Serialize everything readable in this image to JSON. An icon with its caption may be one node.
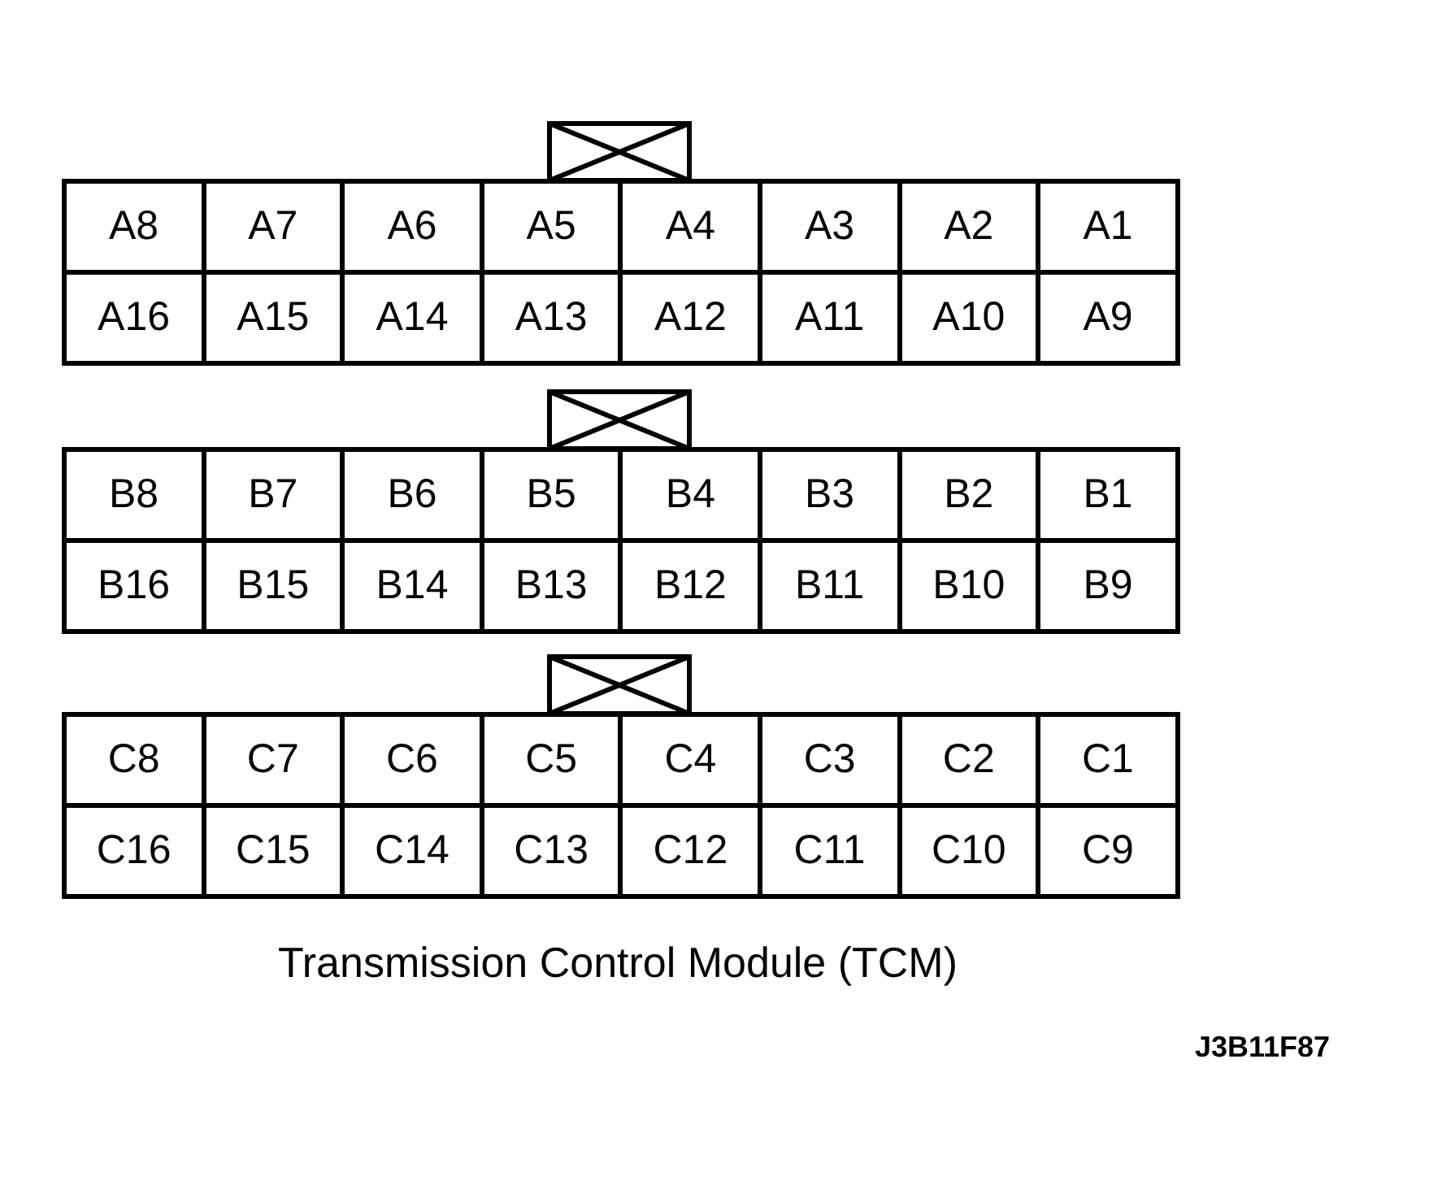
{
  "diagram": {
    "caption": "Transmission Control Module (TCM)",
    "nodes": [
      {
        "text": [
          "A8"
        ]
      },
      {
        "text": [
          "A7"
        ]
      },
      {
        "text": [
          "A6"
        ]
      },
      {
        "text": [
          "A5"
        ]
      },
      {
        "text": [
          "A4"
        ]
      },
      {
        "text": [
          "A3"
        ]
      },
      {
        "text": [
          "A2"
        ]
      },
      {
        "text": [
          "A1"
        ]
      },
      {
        "text": [
          "A16"
        ]
      },
      {
        "text": [
          "A15"
        ]
      },
      {
        "text": [
          "A14"
        ]
      },
      {
        "text": [
          "A13"
        ]
      },
      {
        "text": [
          "A12"
        ]
      },
      {
        "text": [
          "A11"
        ]
      },
      {
        "text": [
          "A10"
        ]
      },
      {
        "text": [
          "A9"
        ]
      },
      {
        "text": [
          "B8"
        ]
      },
      {
        "text": [
          "B7"
        ]
      },
      {
        "text": [
          "B6"
        ]
      },
      {
        "text": [
          "B5"
        ]
      },
      {
        "text": [
          "B4"
        ]
      },
      {
        "text": [
          "B3"
        ]
      },
      {
        "text": [
          "B2"
        ]
      },
      {
        "text": [
          "B1"
        ]
      },
      {
        "text": [
          "B16"
        ]
      },
      {
        "text": [
          "B15"
        ]
      },
      {
        "text": [
          "B14"
        ]
      },
      {
        "text": [
          "B13"
        ]
      },
      {
        "text": [
          "B12"
        ]
      },
      {
        "text": [
          "B11"
        ]
      },
      {
        "text": [
          "B10"
        ]
      },
      {
        "text": [
          "B9"
        ]
      },
      {
        "text": [
          "C8"
        ]
      },
      {
        "text": [
          "C7"
        ]
      },
      {
        "text": [
          "C6"
        ]
      },
      {
        "text": [
          "C5"
        ]
      },
      {
        "text": [
          "C4"
        ]
      },
      {
        "text": [
          "C3"
        ]
      },
      {
        "text": [
          "C2"
        ]
      },
      {
        "text": [
          "C1"
        ]
      },
      {
        "text": [
          "C16"
        ]
      },
      {
        "text": [
          "C15"
        ]
      },
      {
        "text": [
          "C14"
        ]
      },
      {
        "text": [
          "C13"
        ]
      },
      {
        "text": [
          "C12"
        ]
      },
      {
        "text": [
          "C11"
        ]
      },
      {
        "text": [
          "C10"
        ]
      },
      {
        "text": [
          "C9"
        ]
      }
    ],
    "edges": [],
    "labels": [
      "J3B11F87"
    ]
  }
}
